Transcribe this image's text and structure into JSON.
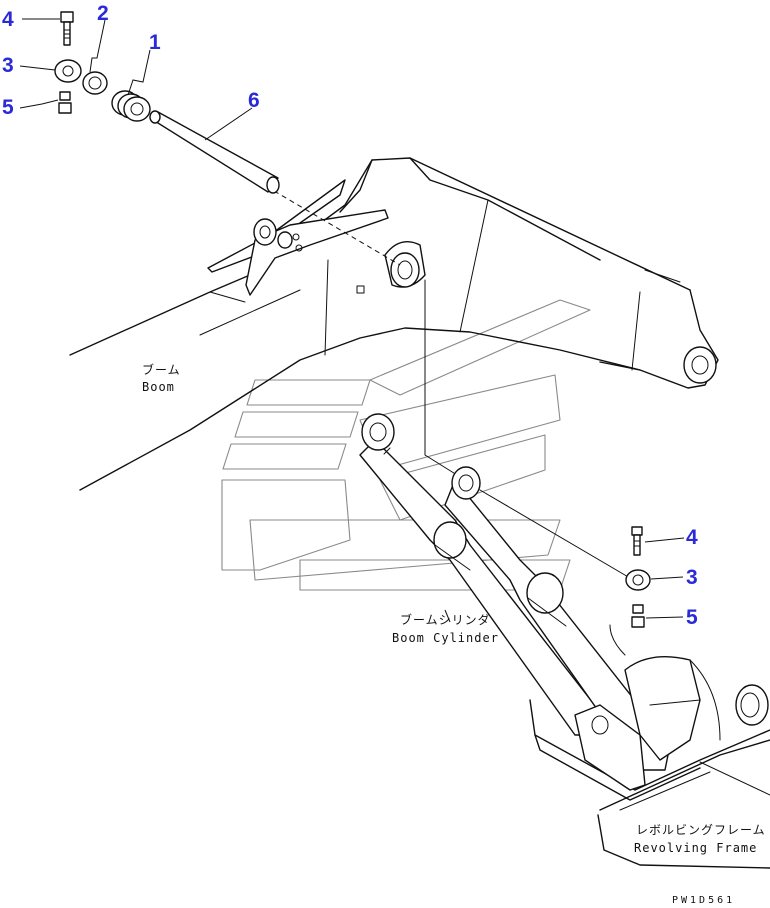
{
  "callouts": {
    "top_left": [
      {
        "number": "4"
      },
      {
        "number": "2"
      },
      {
        "number": "1"
      },
      {
        "number": "3"
      },
      {
        "number": "5"
      },
      {
        "number": "6"
      }
    ],
    "right": [
      {
        "number": "4"
      },
      {
        "number": "3"
      },
      {
        "number": "5"
      }
    ]
  },
  "labels": {
    "boom": {
      "jp": "ブーム",
      "en": "Boom"
    },
    "boom_cylinder": {
      "jp": "ブームシリンダ",
      "en": "Boom Cylinder"
    },
    "revolving_frame": {
      "jp": "レボルビングフレーム",
      "en": "Revolving Frame"
    }
  },
  "drawing_code": "PW1D561",
  "colors": {
    "callout": "#2a2ad8",
    "line": "#111111",
    "watermark": "#8a8a8a"
  }
}
